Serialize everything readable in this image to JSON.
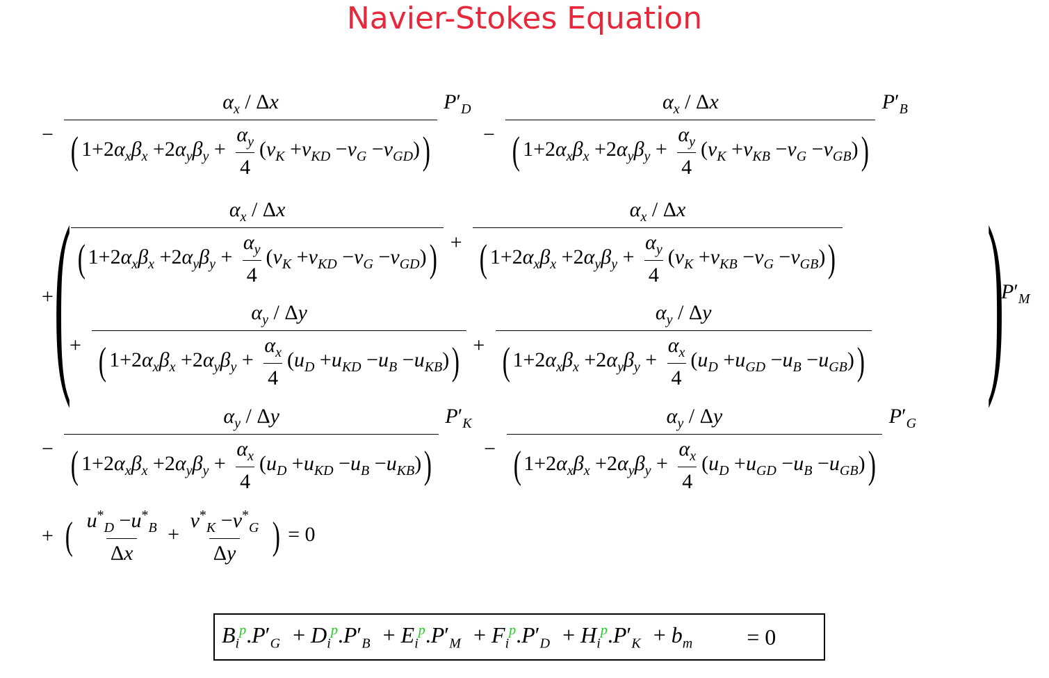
{
  "title": "Navier-Stokes Equation",
  "rows": {
    "r1": {
      "sign": "−",
      "left_num": "αx / Δx",
      "left_den": "1+2αxβx +2αyβy + αy/4 (vK + vKD − vG − vGD)",
      "left_p": "P′D",
      "mid_sign": "−",
      "right_num": "αx / Δx",
      "right_den": "1+2αxβx +2αyβy + αy/4 (vK + vKB − vG − vGB)",
      "right_p": "P′B"
    },
    "r2": {
      "sign": "+",
      "p": "P′M"
    },
    "r3": {
      "sign": "−",
      "left_num": "αy / Δy",
      "left_den": "1+2αxβx +2αyβy + αx/4 (uD + uKD − uB − uKB)",
      "left_p": "P′K",
      "mid_sign": "−",
      "right_num": "αy / Δy",
      "right_den": "1+2αxβx +2αyβy + αx/4 (uD + uGD − uB − uGB)",
      "right_p": "P′G"
    },
    "r4": {
      "sign": "+",
      "frac1_num": "u*D − u*B",
      "frac1_den": "Δx",
      "plus": "+",
      "frac2_num": "v*K − v*G",
      "frac2_den": "Δy",
      "rhs": "= 0"
    }
  },
  "boxed": {
    "t1": "Bip.P′G",
    "t2": "+ Dip.P′B",
    "t3": "+ Eip.P′M",
    "t4": "+ Fip.P′D",
    "t5": "+ Hip.P′K",
    "t6": "+ bm",
    "rhs": "= 0",
    "sup_color": "#22cc22"
  },
  "colors": {
    "title": "#e8283a"
  }
}
